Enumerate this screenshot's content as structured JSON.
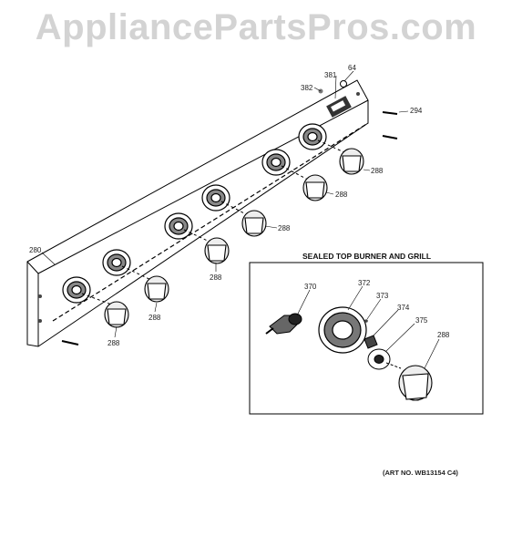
{
  "watermark": "AppliancePartsPros.com",
  "inset": {
    "title": "SEALED TOP BURNER AND GRILL"
  },
  "art_number": "(ART NO. WB13154 C4)",
  "callouts": {
    "c280": "280",
    "c381": "381",
    "c64": "64",
    "c382": "382",
    "c294": "294",
    "c288": "288",
    "c370": "370",
    "c372": "372",
    "c373": "373",
    "c374": "374",
    "c375": "375"
  }
}
